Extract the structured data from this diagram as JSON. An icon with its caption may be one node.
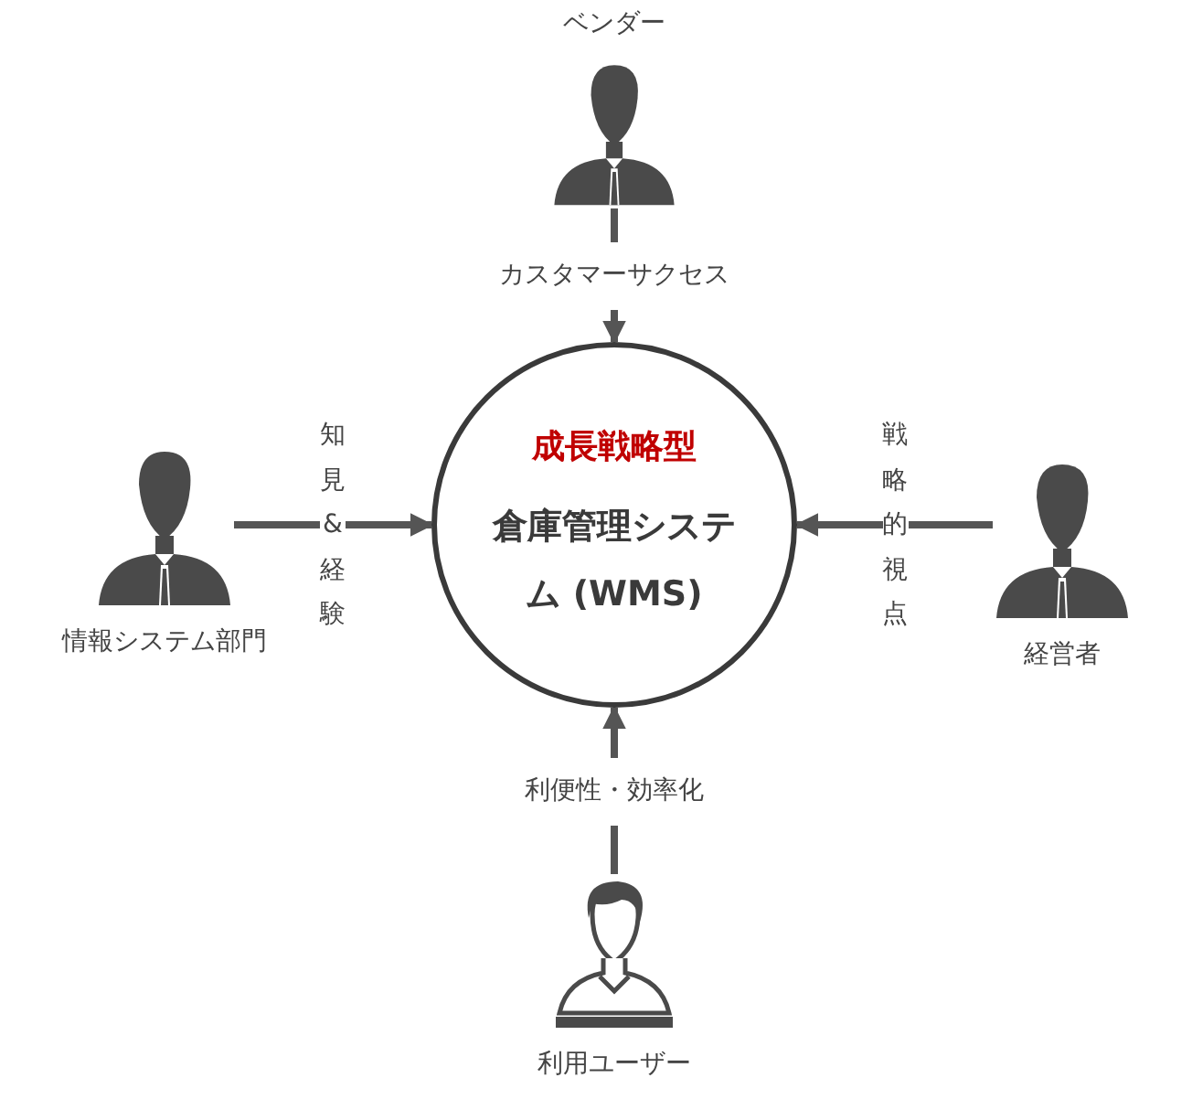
{
  "diagram": {
    "nodes": [
      {
        "text": [
          "成長戦略型",
          "倉庫管理システム (WMS)"
        ]
      },
      {
        "text": [],
        "shape": "person",
        "beside": [
          "ベンダー"
        ]
      },
      {
        "text": [],
        "shape": "person",
        "beside": [
          "情報システム部門"
        ]
      },
      {
        "text": [],
        "shape": "person",
        "beside": [
          "経営者"
        ]
      },
      {
        "text": [],
        "shape": "person",
        "beside": [
          "利用ユーザー"
        ]
      }
    ],
    "edges": [
      {
        "from": 1,
        "to": 0,
        "arrow": "to",
        "label": "カスタマーサクセス"
      },
      {
        "from": 2,
        "to": 0,
        "arrow": "to",
        "label": "知見&経験"
      },
      {
        "from": 3,
        "to": 0,
        "arrow": "to",
        "label": "戦略的視点"
      },
      {
        "from": 4,
        "to": 0,
        "arrow": "to",
        "label": "利便性・効率化"
      }
    ]
  }
}
